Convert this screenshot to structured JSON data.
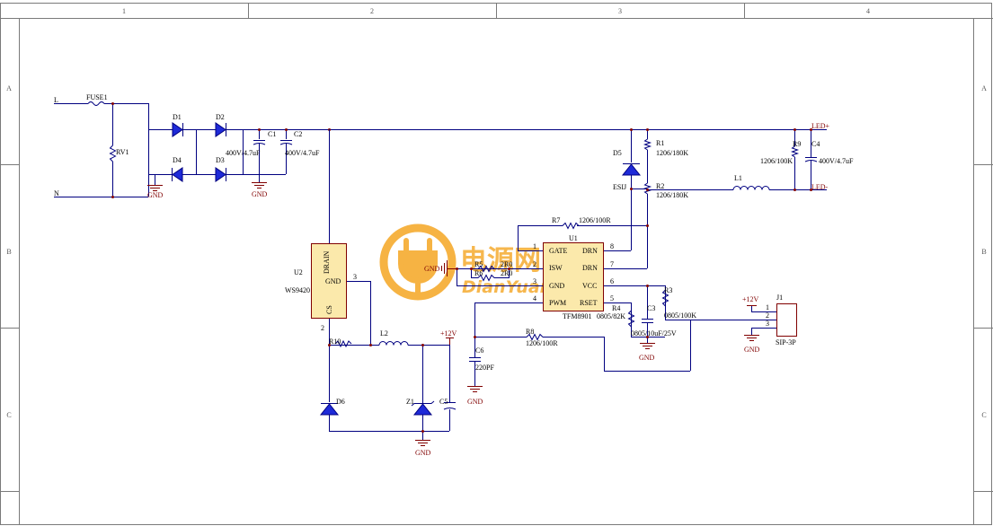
{
  "frame": {
    "columns": [
      "1",
      "2",
      "3",
      "4"
    ],
    "rows": [
      "A",
      "B",
      "C"
    ]
  },
  "nets": {
    "L": "L",
    "N": "N",
    "gnd": "GND",
    "v12": "+12V",
    "led_plus": "LED+",
    "led_minus": "LED-"
  },
  "components": {
    "fuse1": "FUSE1",
    "rv1": "RV1",
    "d1": "D1",
    "d2": "D2",
    "d3": "D3",
    "d4": "D4",
    "d5": "D5",
    "d6": "D6",
    "c1": "C1",
    "c1_val": "400V/4.7uF",
    "c2": "C2",
    "c2_val": "400V/4.7uF",
    "c3": "C3",
    "c3_val": "0805/10uF/25V",
    "c4": "C4",
    "c4_val": "400V/4.7uF",
    "c5": "C5",
    "c6": "C6",
    "c6_val": "220PF",
    "r1": "R1",
    "r1_val": "1206/180K",
    "r2": "R2",
    "r2_val": "1206/180K",
    "r3": "R3",
    "r3_val": "0805/100K",
    "r4": "R4",
    "r4_val": "0805/82K",
    "r5": "R5",
    "r5_val": "2R0",
    "r6": "R6",
    "r6_val": "2R0",
    "r7": "R7",
    "r7_val": "1206/100R",
    "r8": "R8",
    "r8_val": "1206/100R",
    "r9": "R9",
    "r9_val": "1206/100K",
    "r10": "R10",
    "l1": "L1",
    "l2": "L2",
    "z1": "Z1",
    "esij": "ESIJ",
    "u1": "U1",
    "u1_part": "TFM8901",
    "u1_pins": {
      "gate": "GATE",
      "isw": "ISW",
      "gnd": "GND",
      "pwm": "PWM",
      "drn1": "DRN",
      "drn2": "DRN",
      "vcc": "VCC",
      "rset": "RSET"
    },
    "u1_pin_nums": [
      "1",
      "2",
      "3",
      "4",
      "8",
      "7",
      "6",
      "5"
    ],
    "u2": "U2",
    "u2_part": "WS9420",
    "u2_pins": {
      "drain": "DRAIN",
      "gnd": "GND",
      "cs": "CS"
    },
    "u2_pin_nums": {
      "p3": "3",
      "p2": "2"
    },
    "j1": "J1",
    "j1_part": "SIP-3P",
    "j1_pins": [
      "1",
      "2",
      "3"
    ]
  },
  "watermark": {
    "text": "电源网",
    "subtext": "DianYuan.com",
    "color": "#f5a623"
  }
}
